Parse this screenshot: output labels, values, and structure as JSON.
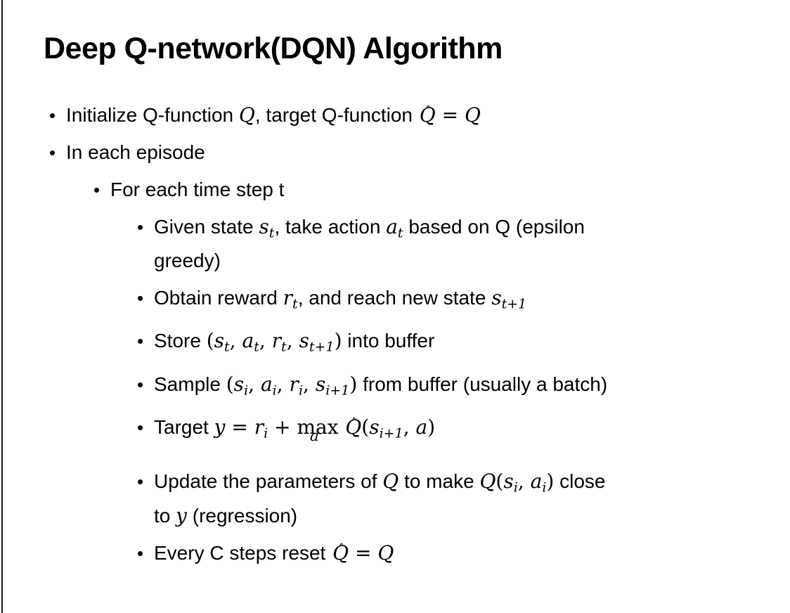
{
  "slide": {
    "title": "Deep Q-network(DQN) Algorithm",
    "colors": {
      "background": "#ffffff",
      "text": "#000000",
      "edge_line": "#161616"
    },
    "bullet_marker": "•",
    "bullets": [
      {
        "level": 1,
        "parts": [
          [
            "t",
            "Initialize Q-function "
          ],
          [
            "i",
            "Q"
          ],
          [
            "t",
            ", target Q-function "
          ],
          [
            "hat",
            "Q"
          ],
          [
            "u",
            " = "
          ],
          [
            "i",
            "Q"
          ]
        ]
      },
      {
        "level": 1,
        "parts": [
          [
            "t",
            "In each episode"
          ]
        ]
      },
      {
        "level": 2,
        "parts": [
          [
            "t",
            "For each time step t"
          ]
        ]
      },
      {
        "level": 3,
        "parts": [
          [
            "t",
            "Given state "
          ],
          [
            "i",
            "s"
          ],
          [
            "is",
            "t"
          ],
          [
            "t",
            ", take action "
          ],
          [
            "i",
            "a"
          ],
          [
            "is",
            "t"
          ],
          [
            "t",
            " based on Q (epsilon"
          ],
          [
            "br",
            ""
          ],
          [
            "t",
            "greedy)"
          ]
        ]
      },
      {
        "level": 3,
        "parts": [
          [
            "t",
            "Obtain reward "
          ],
          [
            "i",
            "r"
          ],
          [
            "is",
            "t"
          ],
          [
            "t",
            ", and reach new state "
          ],
          [
            "i",
            "s"
          ],
          [
            "is",
            "t+1"
          ]
        ]
      },
      {
        "level": 3,
        "parts": [
          [
            "t",
            "Store "
          ],
          [
            "u",
            "("
          ],
          [
            "i",
            "s"
          ],
          [
            "is",
            "t"
          ],
          [
            "u",
            ", "
          ],
          [
            "i",
            "a"
          ],
          [
            "is",
            "t"
          ],
          [
            "u",
            ", "
          ],
          [
            "i",
            "r"
          ],
          [
            "is",
            "t"
          ],
          [
            "u",
            ", "
          ],
          [
            "i",
            "s"
          ],
          [
            "is",
            "t+1"
          ],
          [
            "u",
            ")"
          ],
          [
            "t",
            " into buffer"
          ]
        ]
      },
      {
        "level": 3,
        "parts": [
          [
            "t",
            "Sample "
          ],
          [
            "u",
            "("
          ],
          [
            "i",
            "s"
          ],
          [
            "is",
            "i"
          ],
          [
            "u",
            ", "
          ],
          [
            "i",
            "a"
          ],
          [
            "is",
            "i"
          ],
          [
            "u",
            ", "
          ],
          [
            "i",
            "r"
          ],
          [
            "is",
            "i"
          ],
          [
            "u",
            ", "
          ],
          [
            "i",
            "s"
          ],
          [
            "is",
            "i+1"
          ],
          [
            "u",
            ")"
          ],
          [
            "t",
            " from buffer (usually a batch)"
          ]
        ]
      },
      {
        "level": 3,
        "parts": [
          [
            "t",
            "Target "
          ],
          [
            "i",
            "y"
          ],
          [
            "u",
            " = "
          ],
          [
            "i",
            "r"
          ],
          [
            "is",
            "i"
          ],
          [
            "u",
            " + "
          ],
          [
            "max",
            "max",
            "a"
          ],
          [
            "t",
            " "
          ],
          [
            "hat",
            "Q"
          ],
          [
            "u",
            "("
          ],
          [
            "i",
            "s"
          ],
          [
            "is",
            "i+1"
          ],
          [
            "u",
            ", "
          ],
          [
            "i",
            "a"
          ],
          [
            "u",
            ")"
          ]
        ]
      },
      {
        "level": 3,
        "parts": [
          [
            "t",
            "Update the parameters of "
          ],
          [
            "i",
            "Q"
          ],
          [
            "t",
            " to make "
          ],
          [
            "i",
            "Q"
          ],
          [
            "u",
            "("
          ],
          [
            "i",
            "s"
          ],
          [
            "is",
            "i"
          ],
          [
            "u",
            ", "
          ],
          [
            "i",
            "a"
          ],
          [
            "is",
            "i"
          ],
          [
            "u",
            ")"
          ],
          [
            "t",
            " close"
          ],
          [
            "br",
            ""
          ],
          [
            "t",
            "to "
          ],
          [
            "i",
            "y"
          ],
          [
            "t",
            " (regression)"
          ]
        ]
      },
      {
        "level": 3,
        "parts": [
          [
            "t",
            "Every C steps reset "
          ],
          [
            "hat",
            "Q"
          ],
          [
            "u",
            " = "
          ],
          [
            "i",
            "Q"
          ]
        ]
      }
    ]
  }
}
